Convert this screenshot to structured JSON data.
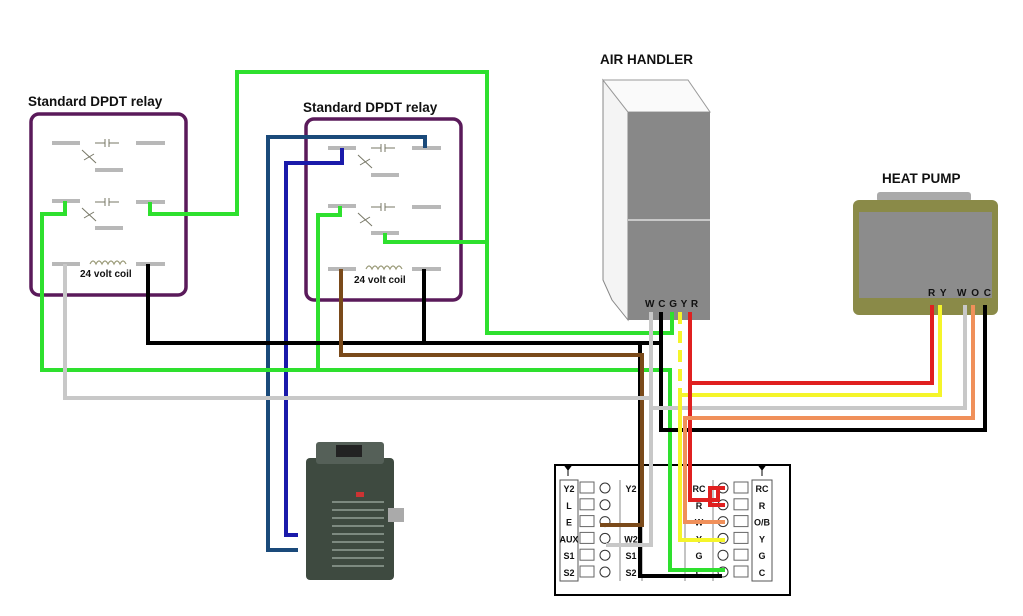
{
  "relay_left": {
    "title": "Standard DPDT relay",
    "coil_label": "24 volt coil"
  },
  "relay_right": {
    "title": "Standard DPDT relay",
    "coil_label": "24 volt coil"
  },
  "air_handler": {
    "title": "AIR HANDLER",
    "terminals": "W C G Y R"
  },
  "heat_pump": {
    "title": "HEAT PUMP",
    "terminals_left": "R Y",
    "terminals_right": "W O C"
  },
  "thermostat": {
    "left_labels": [
      "Y2",
      "L",
      "E",
      "AUX",
      "S1",
      "S2"
    ],
    "mid_left_labels": [
      "Y2",
      "",
      "",
      "W2",
      "S1",
      "S2"
    ],
    "mid_right_labels": [
      "RC",
      "R",
      "W",
      "Y",
      "G",
      "C"
    ],
    "right_labels": [
      "RC",
      "R",
      "O/B",
      "Y",
      "G",
      "C"
    ]
  },
  "colors": {
    "green": "#2ee02e",
    "black": "#000000",
    "brown": "#7a4a1a",
    "gray": "#c8c8c8",
    "yellow": "#f5f52a",
    "red": "#e02020",
    "orange": "#f0905a",
    "navy": "#1a4a7a",
    "blue": "#1a1aaa",
    "relay_border": "#5a1a5a",
    "heat_pump_border": "#8a8a48"
  }
}
